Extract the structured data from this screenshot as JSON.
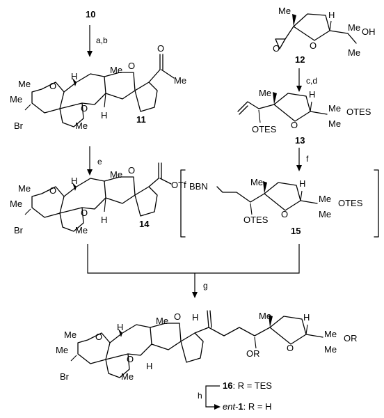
{
  "compounds": {
    "c10": "10",
    "c11": "11",
    "c12": "12",
    "c13": "13",
    "c14": "14",
    "c15": "15",
    "c16": "16",
    "ent1_prefix": "ent",
    "ent1_num": "1"
  },
  "steps": {
    "ab": "a,b",
    "cd": "c,d",
    "e": "e",
    "f": "f",
    "g": "g",
    "h": "h"
  },
  "atoms": {
    "me": "Me",
    "o": "O",
    "h": "H",
    "br": "Br",
    "oh": "OH",
    "otes": "OTES",
    "otf": "OTf",
    "or": "OR",
    "bbn": "BBN"
  },
  "legend": {
    "r16_suffix": ": R = TES",
    "r1_suffix": ": R = H"
  }
}
